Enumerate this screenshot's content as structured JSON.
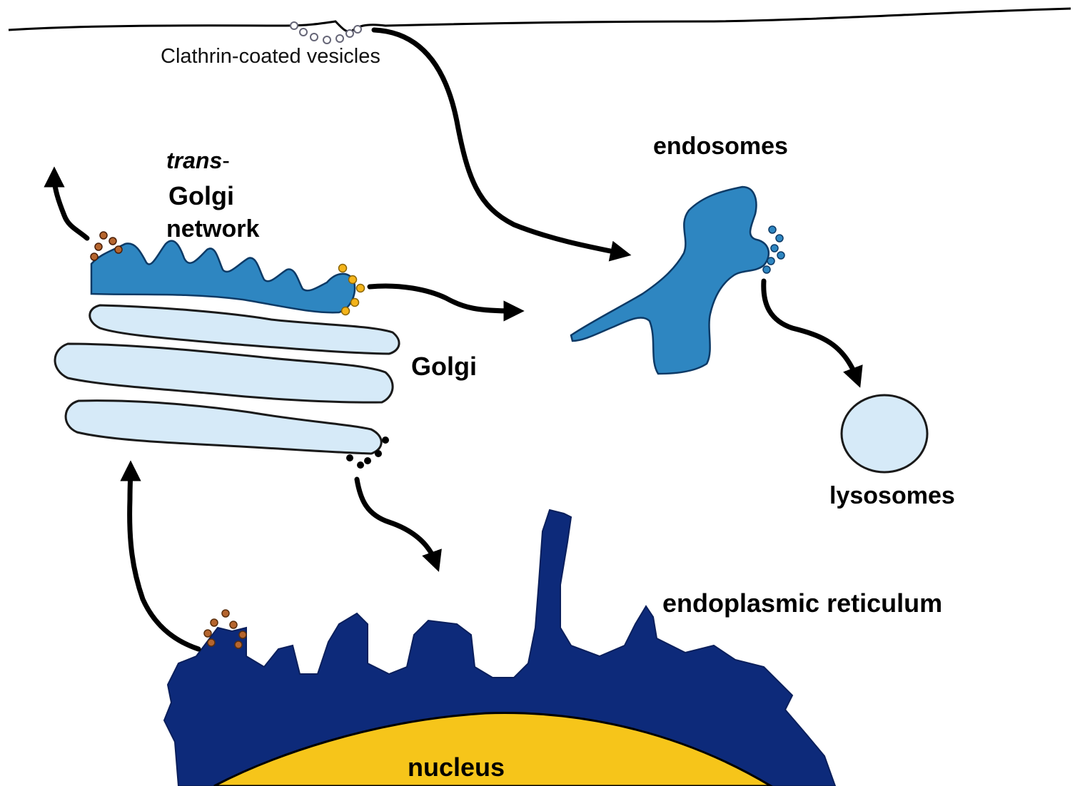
{
  "labels": {
    "clathrin": "Clathrin-coated vesicles",
    "endosomes": "endosomes",
    "trans_prefix": "trans",
    "trans_dash": "-",
    "golgi_word": "Golgi",
    "network_word": "network",
    "golgi": "Golgi",
    "lysosomes": "lysosomes",
    "er": "endoplasmic reticulum",
    "nucleus": "nucleus"
  },
  "colors": {
    "tgn": "#2e86c1",
    "endosome": "#2e86c1",
    "golgi_cisterna": "#d6eaf8",
    "lysosome": "#d6eaf8",
    "er": "#0d2a7a",
    "nucleus": "#f6c51a",
    "vesicle_brown": "#b5652e",
    "vesicle_yellow": "#f4b41a",
    "vesicle_black": "#000000",
    "vesicle_teal": "#2e86c1",
    "clathrin_vesicle": "#ffffff"
  }
}
